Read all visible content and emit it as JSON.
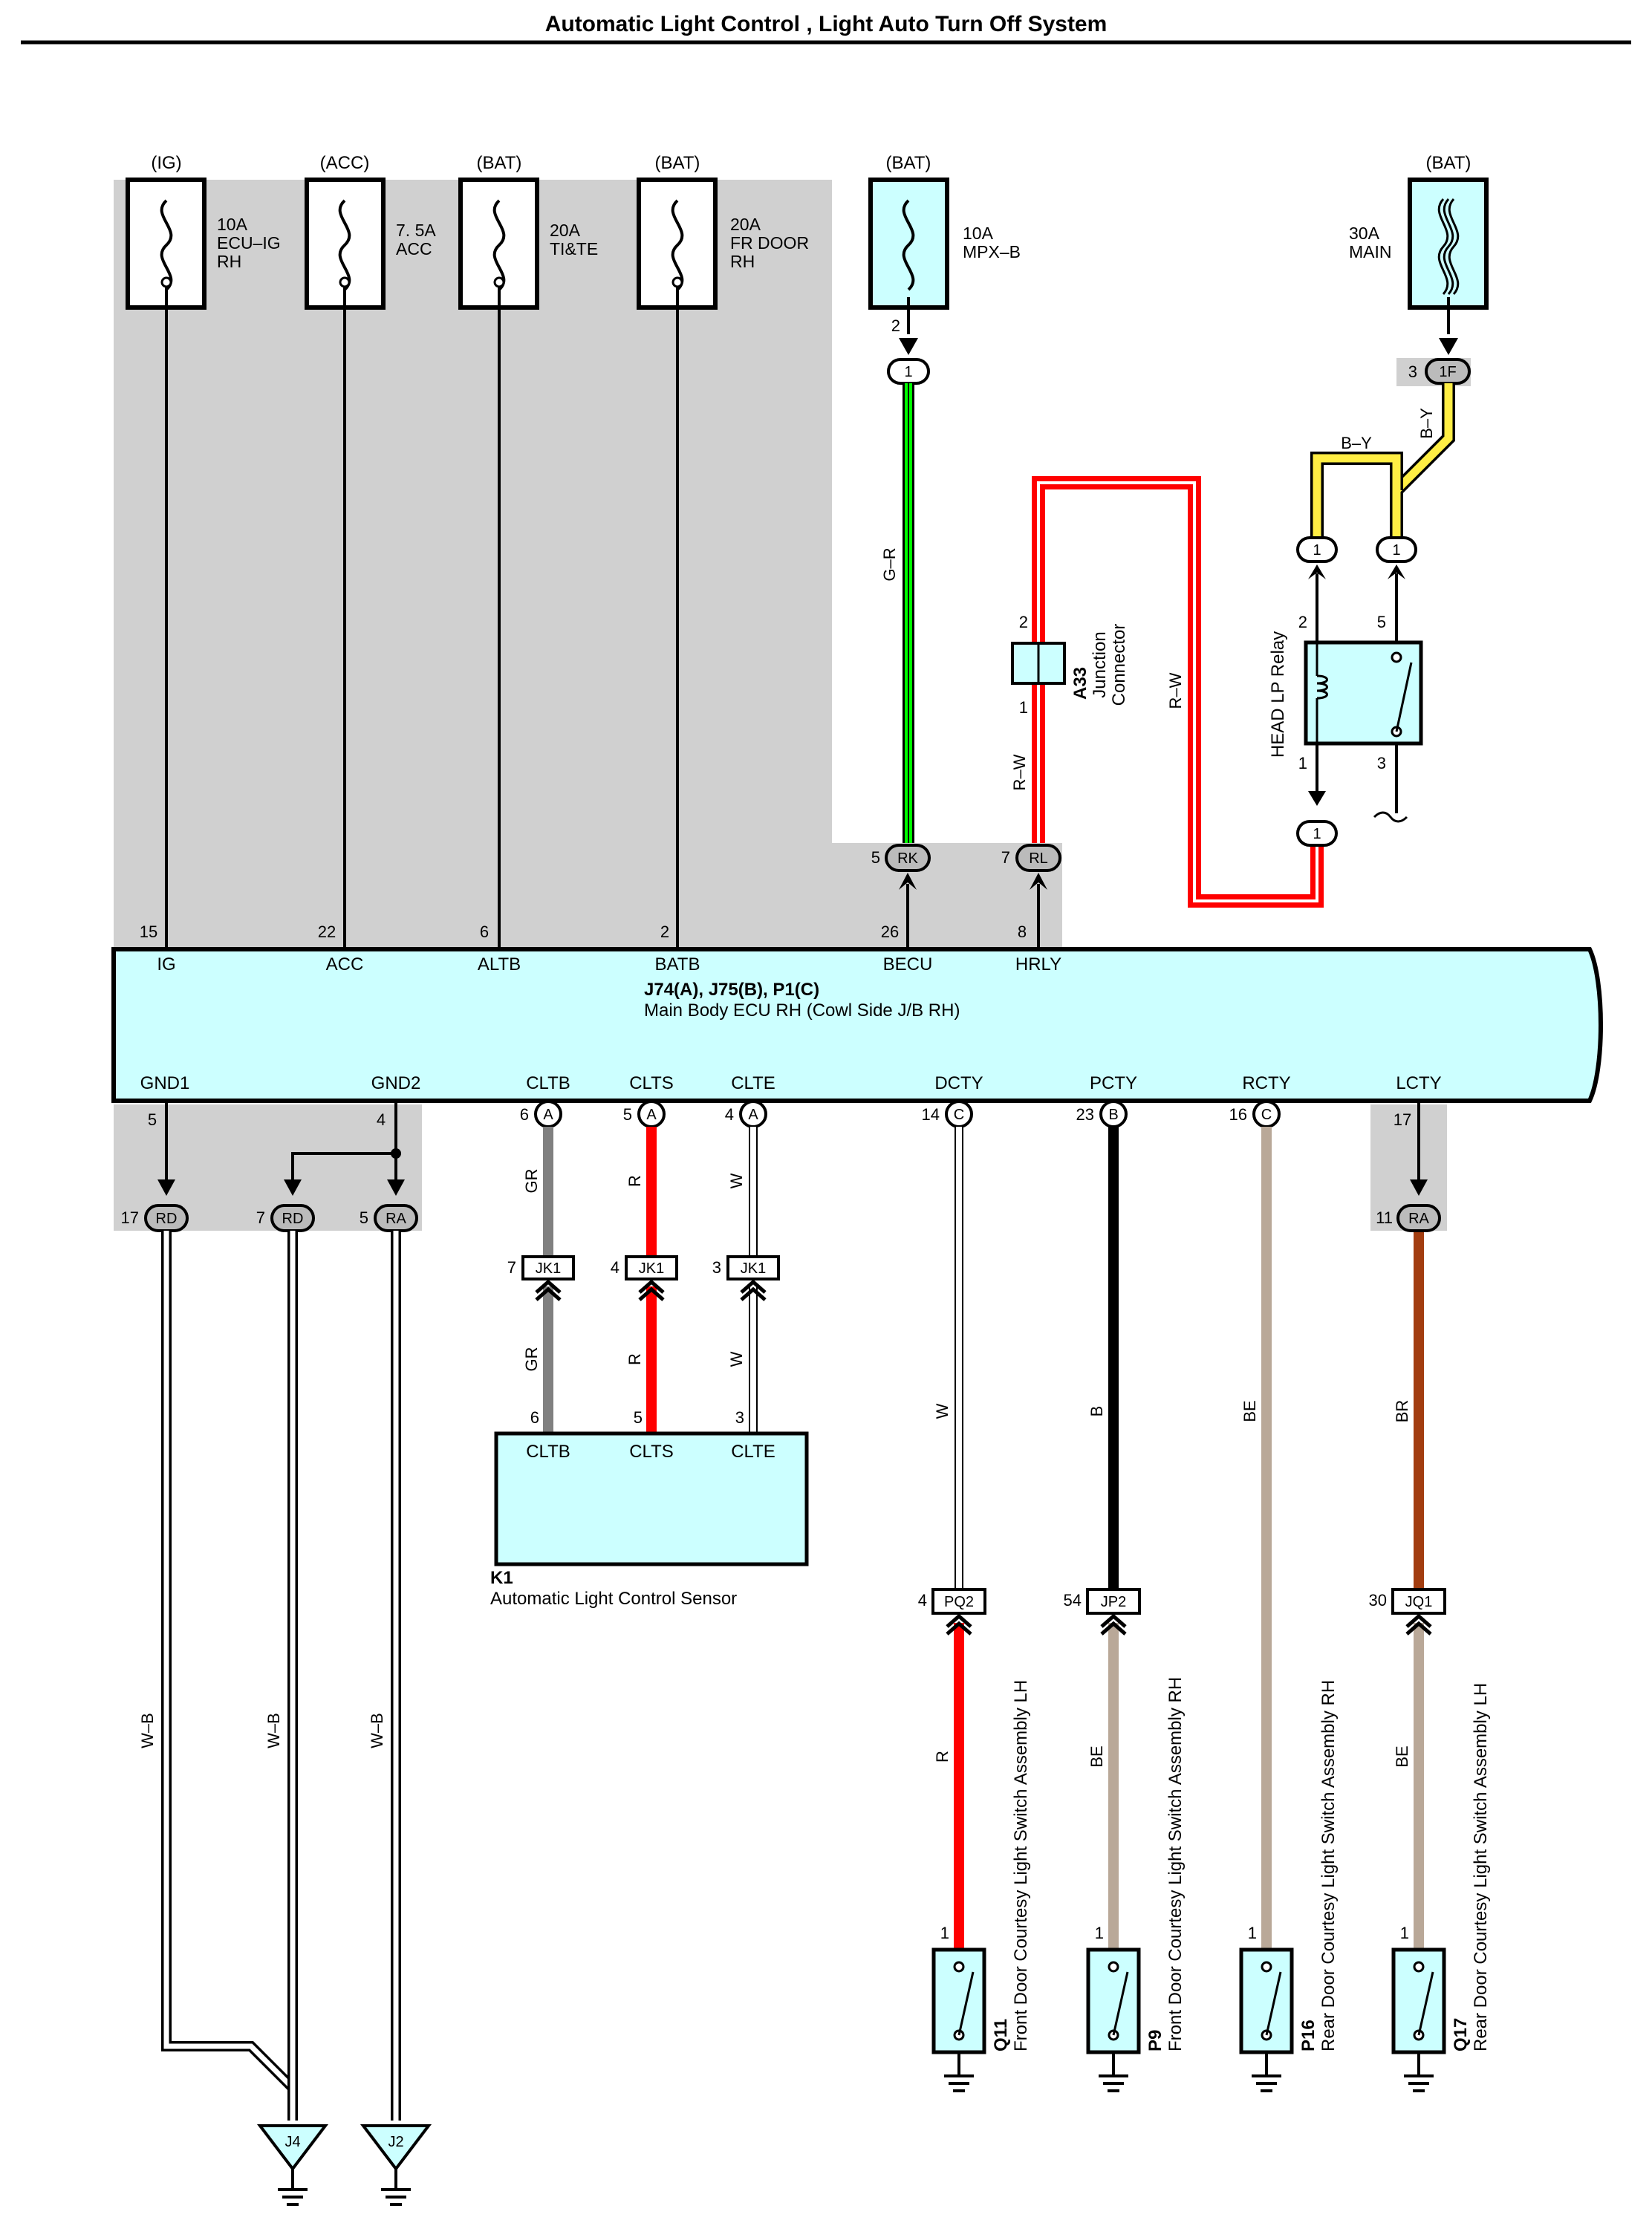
{
  "title": "Automatic Light Control , Light Auto Turn Off System",
  "colors": {
    "ecu_fill": "#ccffff",
    "shade": "#d0d0d0",
    "wire_red": "#ff0000",
    "wire_green": "#00ff00",
    "wire_yellow": "#ffee44",
    "wire_gray": "#808080",
    "wire_beige": "#b9a898",
    "wire_brown": "#a23d10",
    "wire_black": "#000000"
  },
  "fuses": [
    {
      "source": "(IG)",
      "line1": "10A",
      "line2": "ECU–IG",
      "line3": "RH"
    },
    {
      "source": "(ACC)",
      "line1": "7. 5A",
      "line2": "ACC",
      "line3": ""
    },
    {
      "source": "(BAT)",
      "line1": "20A",
      "line2": "TI&TE",
      "line3": ""
    },
    {
      "source": "(BAT)",
      "line1": "20A",
      "line2": "FR DOOR",
      "line3": "RH"
    },
    {
      "source": "(BAT)",
      "line1": "10A",
      "line2": "MPX–B",
      "line3": ""
    },
    {
      "source": "(BAT)",
      "line1": "30A",
      "line2": "MAIN",
      "line3": ""
    }
  ],
  "ecu": {
    "name": "J74(A), J75(B), P1(C)",
    "desc": "Main Body ECU RH (Cowl Side J/B RH)",
    "top_terms": [
      {
        "pin": "15",
        "name": "IG"
      },
      {
        "pin": "22",
        "name": "ACC"
      },
      {
        "pin": "6",
        "name": "ALTB"
      },
      {
        "pin": "2",
        "name": "BATB"
      },
      {
        "pin": "26",
        "name": "BECU"
      },
      {
        "pin": "8",
        "name": "HRLY"
      }
    ],
    "bottom_terms": [
      {
        "pin": "5",
        "name": "GND1"
      },
      {
        "pin": "4",
        "name": "GND2"
      },
      {
        "pin": "6",
        "name": "CLTB",
        "conn": "A"
      },
      {
        "pin": "5",
        "name": "CLTS",
        "conn": "A"
      },
      {
        "pin": "4",
        "name": "CLTE",
        "conn": "A"
      },
      {
        "pin": "14",
        "name": "DCTY",
        "conn": "C"
      },
      {
        "pin": "23",
        "name": "PCTY",
        "conn": "B"
      },
      {
        "pin": "16",
        "name": "RCTY",
        "conn": "C"
      },
      {
        "pin": "17",
        "name": "LCTY",
        "conn": ""
      }
    ]
  },
  "connectors": {
    "mpx_fuse_pin": "2",
    "mpx_oval": "1",
    "main_fuse_pin": "3",
    "main_oval": "1F",
    "rk_pin": "5",
    "rk": "RK",
    "rl_pin": "7",
    "rl": "RL",
    "gnd_pins": [
      "17",
      "7",
      "5"
    ],
    "gnd_ids": [
      "RD",
      "RD",
      "RA"
    ],
    "lcty_pin": "11",
    "lcty_id": "RA",
    "jk1_pins": [
      "7",
      "4",
      "3"
    ],
    "jk1_id": "JK1",
    "relay_ovals": [
      "1",
      "1",
      "1"
    ],
    "door_conns": [
      {
        "pin": "4",
        "id": "PQ2"
      },
      {
        "pin": "54",
        "id": "JP2"
      },
      {
        "pin": "30",
        "id": "JQ1"
      }
    ]
  },
  "wires": {
    "g_r": "G–R",
    "r_w": "R–W",
    "b_y": "B–Y",
    "gr": "GR",
    "r": "R",
    "w": "W",
    "b": "B",
    "be": "BE",
    "br": "BR",
    "w_b": "W–B"
  },
  "junction": {
    "id": "A33",
    "name1": "Junction",
    "name2": "Connector",
    "pin_top": "2",
    "pin_bottom": "1"
  },
  "relay": {
    "name": "HEAD LP Relay",
    "pins": [
      "2",
      "5",
      "1",
      "3"
    ]
  },
  "sensor": {
    "id": "K1",
    "name": "Automatic Light Control Sensor",
    "pins": [
      "6",
      "5",
      "3"
    ],
    "terms": [
      "CLTB",
      "CLTS",
      "CLTE"
    ]
  },
  "switches": [
    {
      "id": "Q11",
      "name": "Front Door Courtesy Light Switch Assembly LH",
      "pin": "1"
    },
    {
      "id": "P9",
      "name": "Front Door Courtesy Light Switch Assembly RH",
      "pin": "1"
    },
    {
      "id": "P16",
      "name": "Rear Door Courtesy Light Switch Assembly RH",
      "pin": "1"
    },
    {
      "id": "Q17",
      "name": "Rear Door Courtesy Light Switch Assembly LH",
      "pin": "1"
    }
  ],
  "grounds": [
    "J4",
    "J2"
  ]
}
